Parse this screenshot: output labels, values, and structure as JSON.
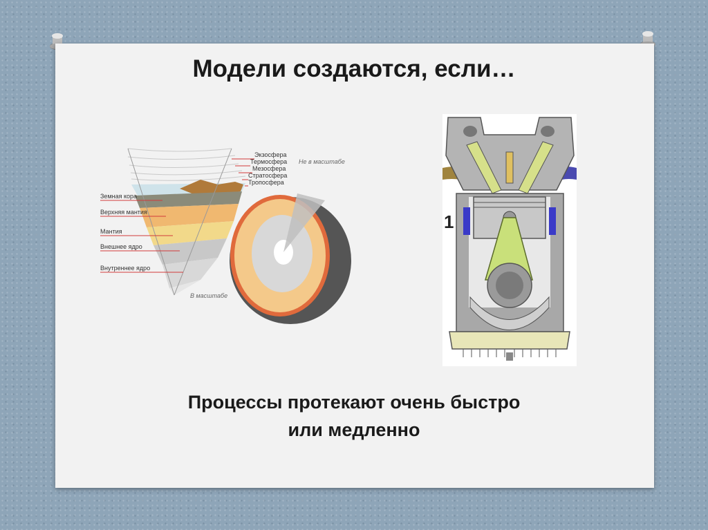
{
  "slide": {
    "title": "Модели создаются, если…",
    "caption_line1": "Процессы протекают очень быстро",
    "caption_line2": "или медленно"
  },
  "earth_diagram": {
    "atmosphere_labels": [
      "Экзосфера",
      "Термосфера",
      "Мезосфера",
      "Стратосфера",
      "Тропосфера"
    ],
    "note_not_to_scale": "Не в масштабе",
    "layer_labels": [
      "Земная кора",
      "Верхняя мантия",
      "Мантия",
      "Внешнее ядро",
      "Внутреннее ядро"
    ],
    "note_to_scale": "В масштабе"
  },
  "engine_diagram": {
    "stroke_number": "1"
  },
  "colors": {
    "background": "#8ea5b8",
    "slide": "#f2f2f2",
    "label_line": "#d23a3a"
  }
}
